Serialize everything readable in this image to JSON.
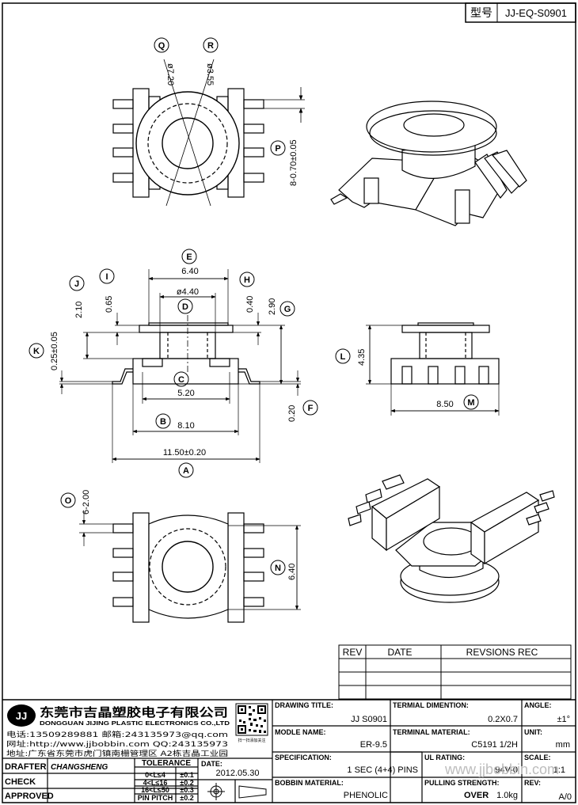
{
  "model_box": {
    "label": "型号",
    "value": "JJ-EQ-S0901"
  },
  "callouts": {
    "A": "A",
    "B": "B",
    "C": "C",
    "D": "D",
    "E": "E",
    "F": "F",
    "G": "G",
    "H": "H",
    "I": "I",
    "J": "J",
    "K": "K",
    "L": "L",
    "M": "M",
    "N": "N",
    "O": "O",
    "P": "P",
    "Q": "Q",
    "R": "R"
  },
  "dims": {
    "Q": "ø7.20",
    "R": "ø3.55",
    "P": "8-0.70±0.05",
    "E": "6.40",
    "D": "ø4.40",
    "I": "0.65",
    "J": "2.10",
    "H": "0.40",
    "G": "2.90",
    "K": "0.25±0.05",
    "C": "5.20",
    "B": "8.10",
    "A": "11.50±0.20",
    "F": "0.20",
    "L": "4.35",
    "M": "8.50",
    "O": "6-2.00",
    "N": "6.40"
  },
  "revisions": {
    "headers": [
      "REV",
      "DATE",
      "REVSIONS REC"
    ],
    "rows": [
      [
        "",
        "",
        ""
      ],
      [
        "",
        "",
        ""
      ],
      [
        "",
        "",
        ""
      ]
    ]
  },
  "title_block": {
    "logo_text": "JJ",
    "company_cn": "东莞市吉晶塑胶电子有限公司",
    "company_en": "DONGGUAN JIJING PLASTIC ELECTRONICS CO.,LTD",
    "contact_1": "电话:13509289881  邮箱:243135973@qq.com",
    "contact_2": "网址:http://www.jjbobbin.com  QQ:243135973",
    "contact_3": "地址:广东省东莞市虎门镇南栅管理区 A2栋吉晶工业园",
    "qr_caption": "扫一扫添加关注",
    "drawing_title_label": "DRAWING TITLE:",
    "drawing_title": "JJ  S0901",
    "terminal_dim_label": "TERMIAL DIMENTION:",
    "terminal_dim": "0.2X0.7",
    "angle_label": "ANGLE:",
    "angle": "±1°",
    "model_label": "MODLE NAME:",
    "model": "ER-9.5",
    "terminal_mat_label": "TERMINAL MATERIAL:",
    "terminal_mat": "C5191 1/2H",
    "unit_label": "UNIT:",
    "unit": "mm",
    "spec_label": "SPECIFICATION:",
    "spec": "1 SEC (4+4) PINS",
    "ul_label": "UL RATING:",
    "ul": "94V-0",
    "scale_label": "SCALE:",
    "scale": "1:1",
    "bobbin_label": "BOBBIN  MATERIAL:",
    "bobbin": "PHENOLIC",
    "pull_label": "PULLING STRENGTH:",
    "pull_over": "OVER",
    "pull": "1.0kg",
    "rev_label": "REV:",
    "rev": "A/0",
    "drafter_label": "DRAFTER",
    "drafter": "CHANGSHENG",
    "check_label": "CHECK",
    "approved_label": "APPROVED",
    "tol_label": "TOLERANCE",
    "tol_rows": [
      [
        "0<L≤4",
        "±0.1"
      ],
      [
        "4<L≤16",
        "±0.2"
      ],
      [
        "16<L≤50",
        "±0.3"
      ],
      [
        "PIN PITCH",
        "±0.2"
      ]
    ],
    "date_label": "DATE:",
    "date": "2012.05.30",
    "watermark": "www.jjbobbin.com"
  }
}
